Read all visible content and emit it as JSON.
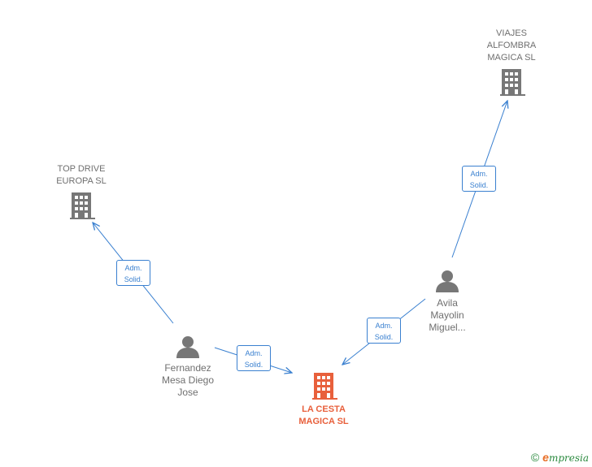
{
  "nodes": {
    "viajes": {
      "label": "VIAJES\nALFOMBRA\nMAGICA  SL",
      "type": "company",
      "color": "#777777"
    },
    "topdrive": {
      "label": "TOP DRIVE\nEUROPA  SL",
      "type": "company",
      "color": "#777777"
    },
    "lacesta": {
      "label": "LA CESTA\nMAGICA  SL",
      "type": "company-focus",
      "color": "#e8603c"
    },
    "fernandez": {
      "label": "Fernandez\nMesa Diego\nJose",
      "type": "person",
      "color": "#777777"
    },
    "avila": {
      "label": "Avila\nMayolin\nMiguel...",
      "type": "person",
      "color": "#777777"
    }
  },
  "edges": [
    {
      "from": "fernandez",
      "to": "topdrive",
      "label": "Adm.\nSolid."
    },
    {
      "from": "fernandez",
      "to": "lacesta",
      "label": "Adm.\nSolid."
    },
    {
      "from": "avila",
      "to": "lacesta",
      "label": "Adm.\nSolid."
    },
    {
      "from": "avila",
      "to": "viajes",
      "label": "Adm.\nSolid."
    }
  ],
  "footer": {
    "copyright_symbol": "©",
    "brand_first": "e",
    "brand_rest": "mpresia"
  },
  "colors": {
    "edge": "#3a80d0",
    "node": "#777777",
    "focus": "#e8603c"
  }
}
